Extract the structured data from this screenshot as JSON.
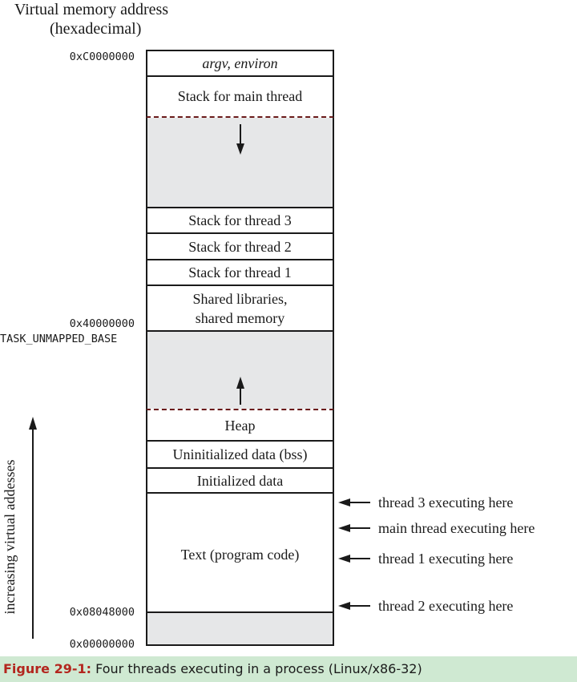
{
  "header": {
    "line1": "Virtual memory address",
    "line2": "(hexadecimal)"
  },
  "addresses": {
    "top": "0xC0000000",
    "mid": "0x40000000",
    "mid_name": "TASK_UNMAPPED_BASE",
    "text_start": "0x08048000",
    "bottom": "0x00000000"
  },
  "segments": {
    "argv": "argv, environ",
    "main_stack": "Stack for main thread",
    "stack3": "Stack for thread 3",
    "stack2": "Stack for thread 2",
    "stack1": "Stack for thread 1",
    "shlib_line1": "Shared libraries,",
    "shlib_line2": "shared memory",
    "heap": "Heap",
    "bss": "Uninitialized data (bss)",
    "data": "Initialized data",
    "text": "Text (program code)"
  },
  "annotations": {
    "t3": "thread 3 executing here",
    "main": "main thread executing here",
    "t1": "thread 1 executing here",
    "t2": "thread 2 executing here"
  },
  "axis_label": "increasing virtual addesses",
  "caption": {
    "label": "Figure 29-1:",
    "text": " Four threads executing in a process (Linux/x86-32)"
  }
}
